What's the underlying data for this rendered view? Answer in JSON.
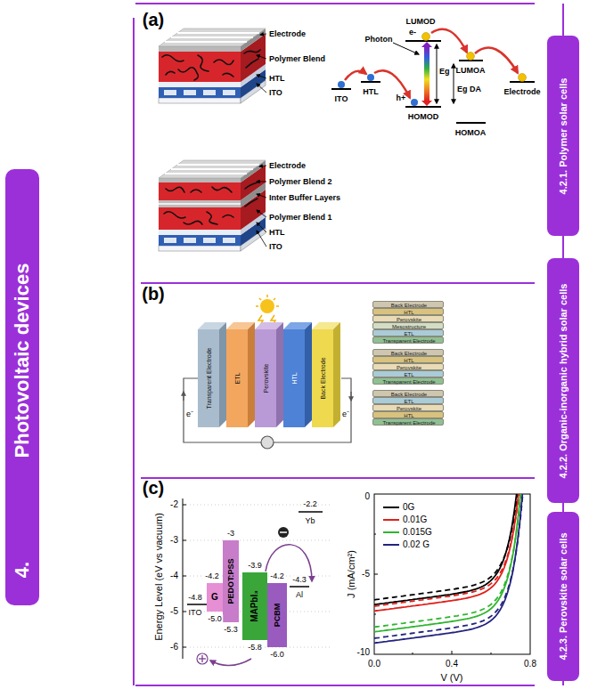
{
  "diagram": {
    "nodes": [
      {
        "text": [
          "4.",
          "Photovoltaic devices"
        ]
      },
      {
        "text": [
          "4.2.1. Polymer solar cells"
        ]
      },
      {
        "text": [
          "4.2.2. Organic-inorganic hybrid solar cells"
        ]
      },
      {
        "text": [
          "4.2.3. Perovskite solar cells"
        ]
      },
      {
        "text": [
          "Transparent Electrode"
        ]
      },
      {
        "text": [
          "ETL"
        ]
      },
      {
        "text": [
          "Perovskite"
        ]
      },
      {
        "text": [
          "HTL"
        ]
      },
      {
        "text": [
          "Back Electrode"
        ]
      },
      {
        "text": [
          "Back Electrode"
        ]
      },
      {
        "text": [
          "HTL"
        ]
      },
      {
        "text": [
          "Perovskite"
        ]
      },
      {
        "text": [
          "Mesostructure"
        ]
      },
      {
        "text": [
          "ETL"
        ]
      },
      {
        "text": [
          "Transparent Electrode"
        ]
      },
      {
        "text": [
          "Back Electrode"
        ]
      },
      {
        "text": [
          "HTL"
        ]
      },
      {
        "text": [
          "Perovskite"
        ]
      },
      {
        "text": [
          "ETL"
        ]
      },
      {
        "text": [
          "Transparent Electrode"
        ]
      },
      {
        "text": [
          "Back Electrode"
        ]
      },
      {
        "text": [
          "ETL"
        ]
      },
      {
        "text": [
          "Perovskite"
        ]
      },
      {
        "text": [
          "HTL"
        ]
      },
      {
        "text": [
          "Transparent Electrode"
        ]
      },
      {
        "text": [
          "G"
        ]
      },
      {
        "text": [
          "PEDOT:PSS"
        ]
      },
      {
        "text": [
          "MAPbI₃"
        ]
      },
      {
        "text": [
          "PCBM"
        ]
      }
    ],
    "labels": [
      "(a)",
      "Electrode",
      "Polymer Blend",
      "HTL",
      "ITO",
      "LUMOD",
      "e-",
      "Photon",
      "Eg",
      "LUMOA",
      "Eg DA",
      "ITO",
      "HTL",
      "h+",
      "HOMOD",
      "HOMOA",
      "Electrode",
      "Electrode",
      "Polymer Blend 2",
      "Inter Buffer Layers",
      "Polymer Blend 1",
      "HTL",
      "ITO",
      "(b)",
      "e⁻",
      "e⁻",
      "(c)",
      "Energy Level (eV vs vacuum)",
      "-2",
      "-3",
      "-4",
      "-5",
      "-6",
      "-2.2",
      "Yb",
      "-3",
      "-4.2",
      "-3.9",
      "-4.2",
      "-4.3",
      "Al",
      "-4.8",
      "ITO",
      "-5.0",
      "-5.3",
      "-5.8",
      "-6.0",
      "J (mA/cm²)",
      "0",
      "-5",
      "-10",
      "0.0",
      "0.4",
      "0.8",
      "V (V)"
    ],
    "legend": [
      {
        "text": "0G"
      },
      {
        "text": "0.01G"
      },
      {
        "text": "0.015G"
      },
      {
        "text": "0.02 G"
      }
    ]
  }
}
